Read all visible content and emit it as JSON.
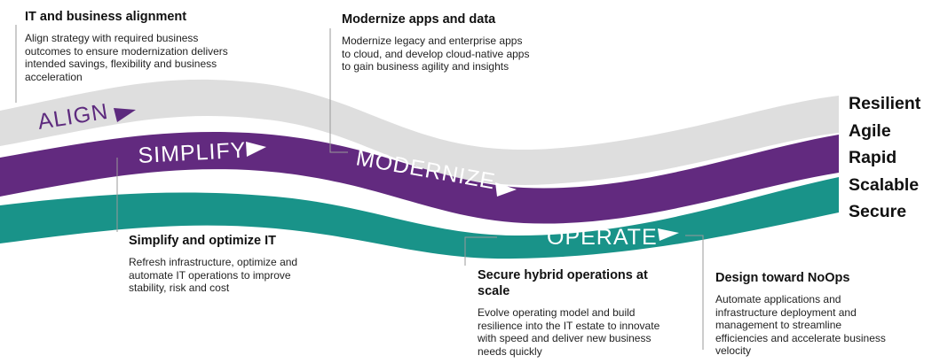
{
  "colors": {
    "align_band": "#dedede",
    "simplify_band": "#622a7f",
    "operate_band": "#199389",
    "align_text": "#5d2a7e",
    "leader_line": "#9a9a9a"
  },
  "bands": {
    "align": "ALIGN",
    "simplify": "SIMPLIFY",
    "modernize": "MODERNIZE",
    "operate": "OPERATE"
  },
  "callouts": {
    "align": {
      "title": "IT and business alignment",
      "text": "Align strategy with required business outcomes to ensure modernization delivers intended savings, flexibility and business acceleration"
    },
    "modernize": {
      "title": "Modernize apps and data",
      "text": "Modernize legacy and enterprise apps to cloud, and develop cloud-native apps to gain business agility and insights"
    },
    "simplify": {
      "title": "Simplify and optimize IT",
      "text": "Refresh infrastructure, optimize and automate IT operations to improve stability, risk and cost"
    },
    "secure": {
      "title": "Secure hybrid operations at scale",
      "text": "Evolve operating model and build resilience into the IT estate to innovate with speed and deliver new business needs quickly"
    },
    "noops": {
      "title": "Design toward NoOps",
      "text": "Automate applications and infrastructure deployment and management to streamline efficiencies and accelerate business velocity"
    }
  },
  "qualities": [
    "Resilient",
    "Agile",
    "Rapid",
    "Scalable",
    "Secure"
  ]
}
